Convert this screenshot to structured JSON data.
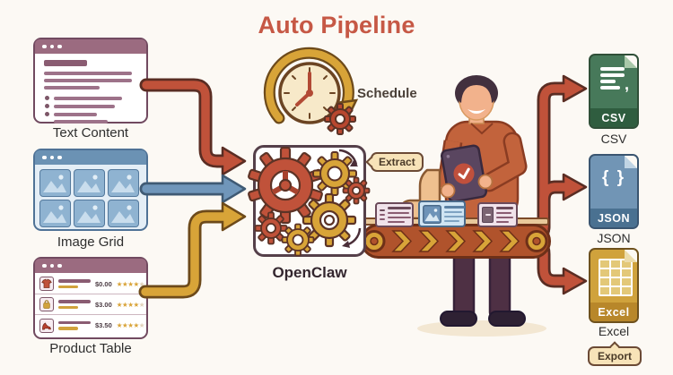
{
  "title": "Auto Pipeline",
  "sources": {
    "text_content": {
      "label": "Text Content"
    },
    "image_grid": {
      "label": "Image Grid"
    },
    "product_table": {
      "label": "Product Table",
      "rows": [
        {
          "item": "t-shirt",
          "price": "$0.00",
          "stars_gold": "★★★★",
          "star_pale": "★"
        },
        {
          "item": "handbag",
          "price": "$3.00",
          "stars_gold": "★★★★",
          "star_pale": "★"
        },
        {
          "item": "high-heel-shoe",
          "price": "$3.50",
          "stars_gold": "★★★★",
          "star_pale": "★"
        }
      ]
    }
  },
  "pipeline": {
    "schedule_label": "Schedule",
    "extract_tag": "Extract",
    "engine_label": "OpenClaw"
  },
  "outputs": {
    "items": [
      {
        "badge": "CSV",
        "label": "CSV",
        "glyph": ","
      },
      {
        "badge": "JSON",
        "label": "JSON",
        "glyph": "{ }"
      },
      {
        "badge": "Excel",
        "label": "Excel",
        "glyph": ""
      }
    ],
    "export_tag": "Export"
  },
  "colors": {
    "title_red": "#c65845",
    "arrow_red": "#c0523a",
    "arrow_blue": "#7096ba",
    "arrow_gold": "#d8a438",
    "csv_green": "#47795a",
    "json_blue": "#7195b5",
    "excel_gold": "#d0a23c"
  }
}
